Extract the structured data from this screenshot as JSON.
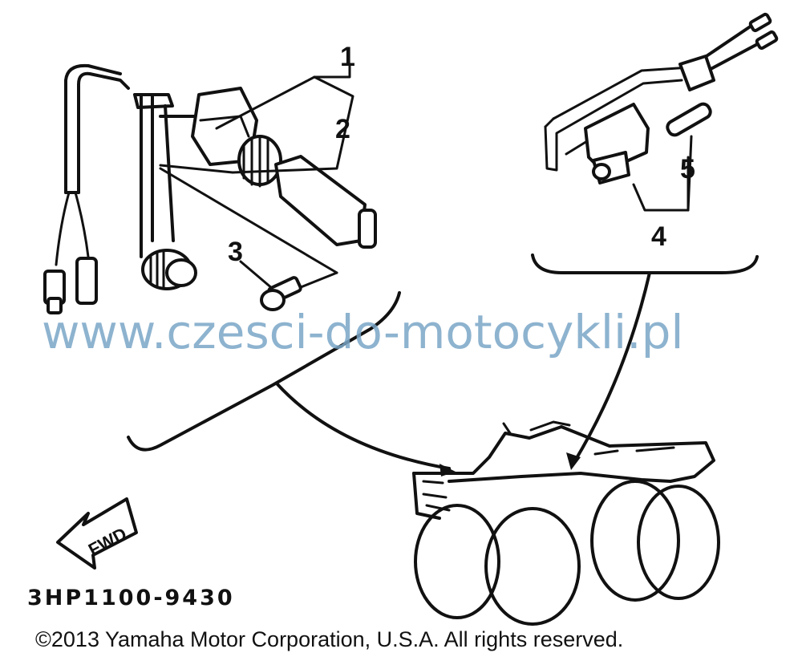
{
  "callouts": {
    "c1": "1",
    "c2": "2",
    "c3": "3",
    "c4": "4",
    "c5": "5"
  },
  "fwd_label": "FWD",
  "part_code": "3HP1100-9430",
  "watermark": "www.czesci-do-motocykli.pl",
  "copyright": "©2013 Yamaha Motor Corporation, U.S.A. All rights reserved.",
  "colors": {
    "line": "#111111",
    "watermark": "#7aa6c7",
    "background": "#ffffff"
  }
}
